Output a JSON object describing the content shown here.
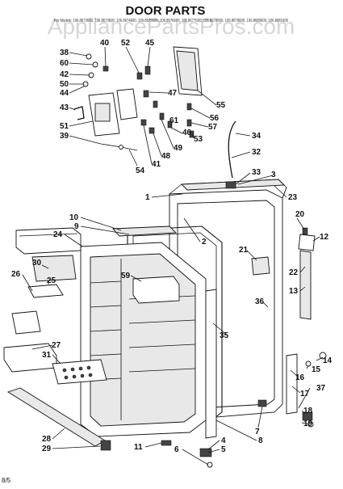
{
  "title": "DOOR PARTS",
  "watermark": "AppliancePartsPros.com",
  "models_header": "For Models: 106.8672600, 106.8673600, 106.8674600, 106.8675600, 106.8676600, 106.8677600, 106.8678600, 106.8679600, 106.8680600, 106.8681600",
  "footer": "8/5",
  "part_labels": [
    "38",
    "60",
    "42",
    "50",
    "44",
    "43",
    "51",
    "39",
    "40",
    "52",
    "45",
    "47",
    "55",
    "56",
    "57",
    "53",
    "61",
    "46",
    "49",
    "48",
    "41",
    "54",
    "34",
    "32",
    "33",
    "3",
    "1",
    "23",
    "10",
    "9",
    "24",
    "2",
    "20",
    "12",
    "22",
    "13",
    "30",
    "26",
    "25",
    "21",
    "59",
    "36",
    "35",
    "27",
    "31",
    "14",
    "15",
    "16",
    "17",
    "37",
    "18",
    "19",
    "7",
    "28",
    "29",
    "11",
    "6",
    "5",
    "4",
    "8"
  ]
}
